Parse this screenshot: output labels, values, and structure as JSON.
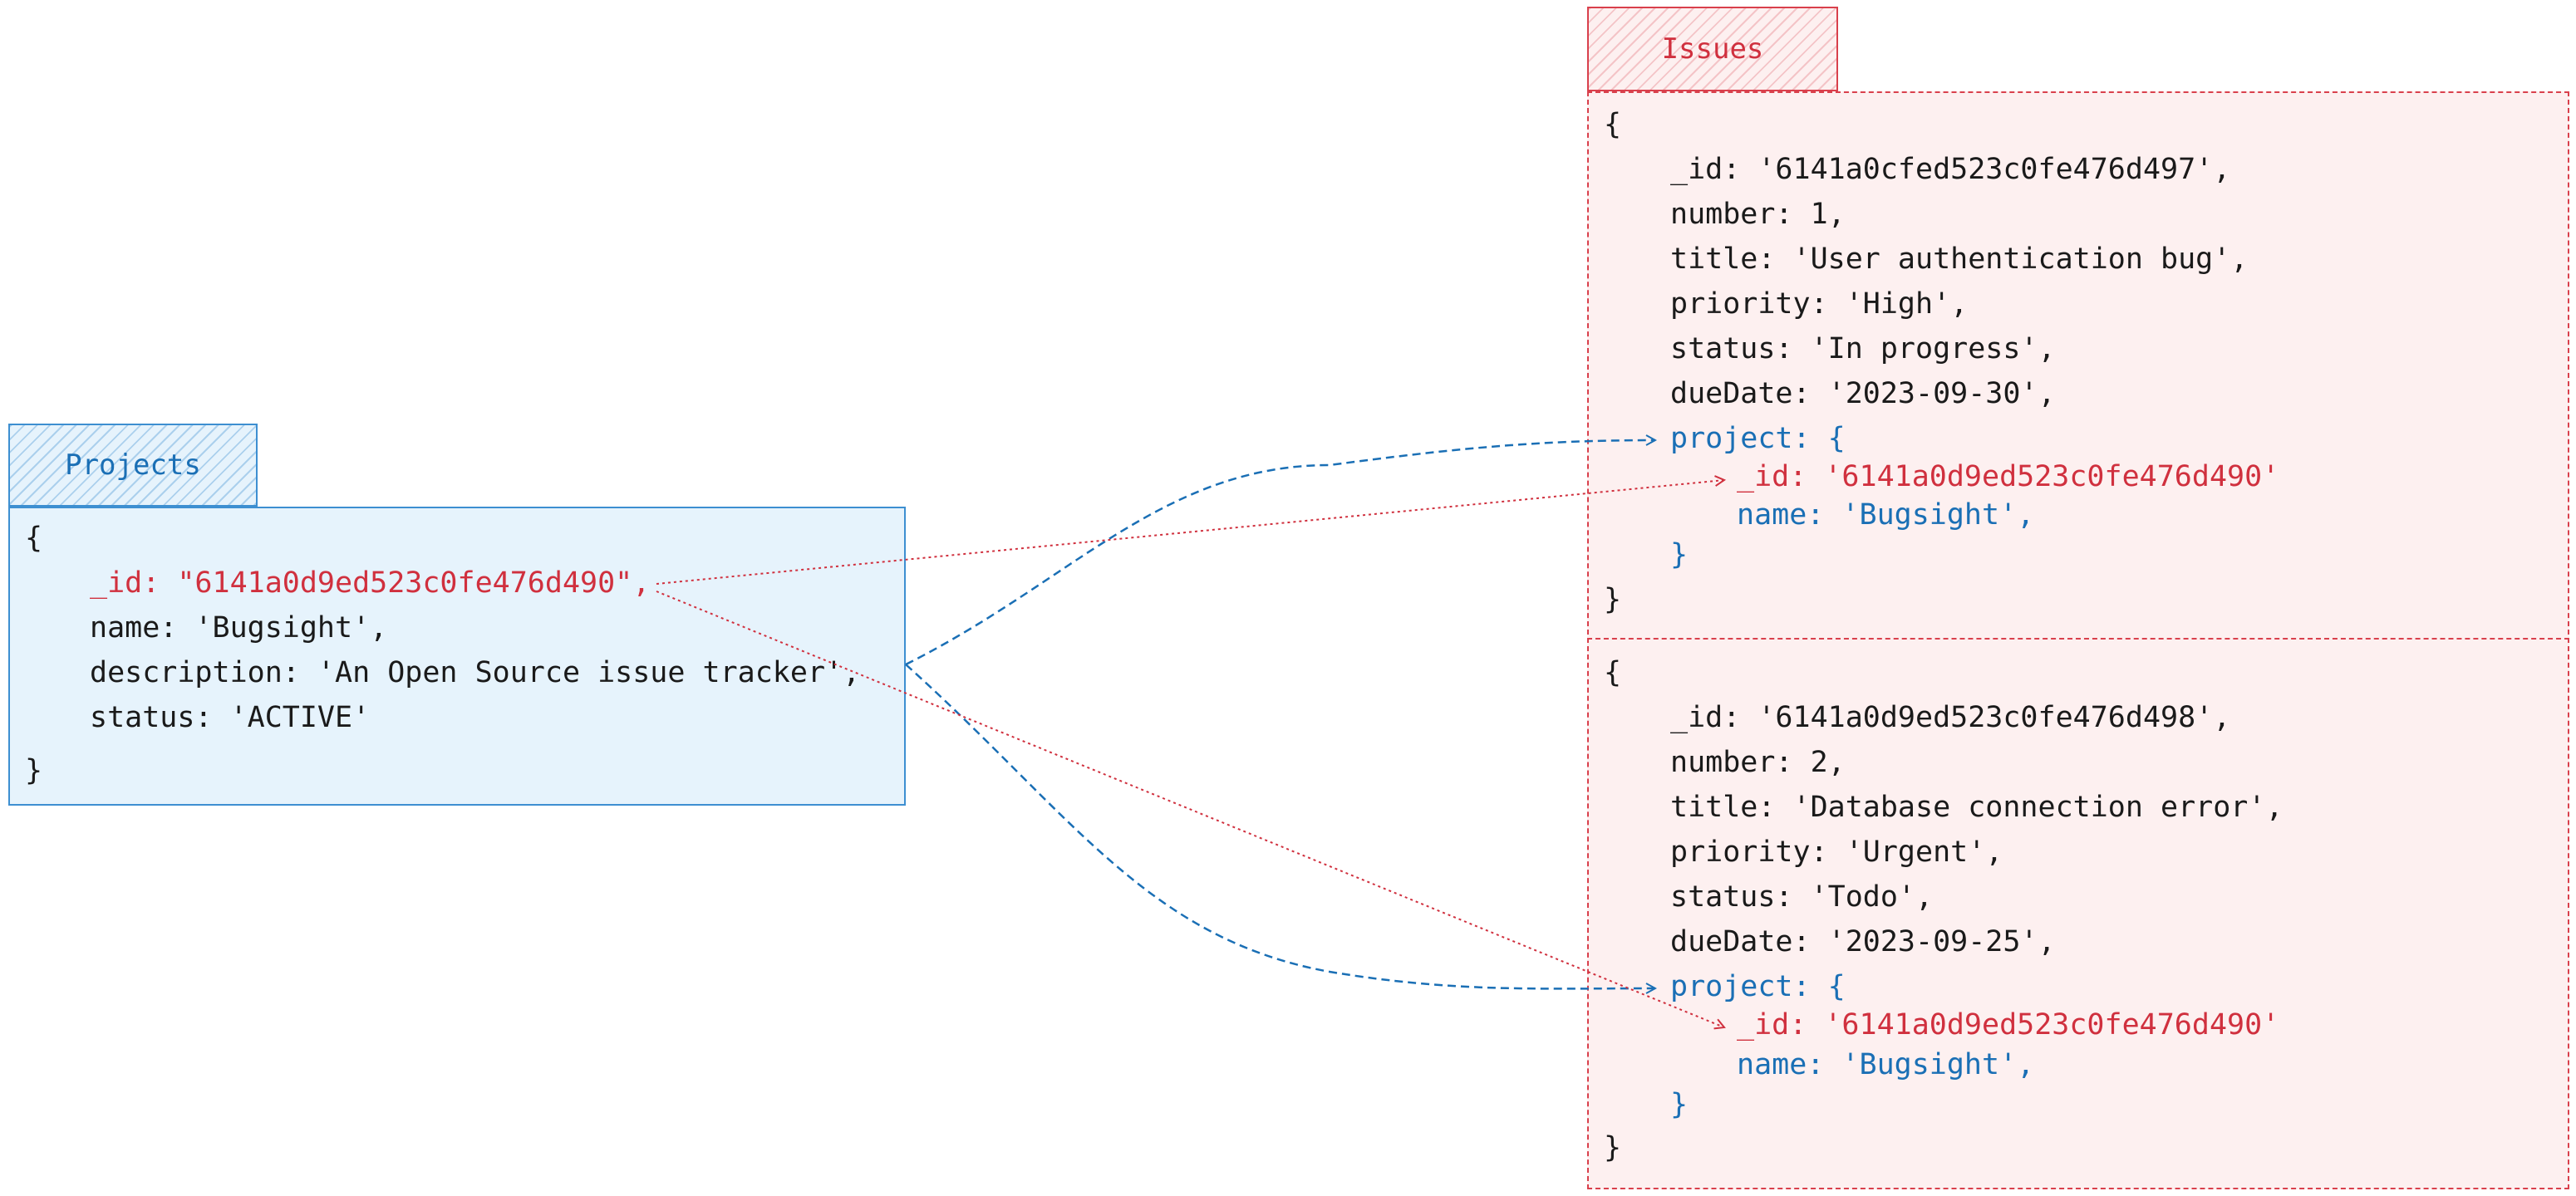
{
  "projects": {
    "tab_label": "Projects",
    "open_brace": "{",
    "id_line": "_id: \"6141a0d9ed523c0fe476d490\",",
    "name_line": "name: 'Bugsight',",
    "description_line": "description: 'An Open Source issue tracker',",
    "status_line": "status: 'ACTIVE'",
    "close_brace": "}"
  },
  "issues": {
    "tab_label": "Issues",
    "items": [
      {
        "open_brace": "{",
        "id_line": "_id: '6141a0cfed523c0fe476d497',",
        "number_line": "number: 1,",
        "title_line": "title: 'User authentication bug',",
        "priority_line": "priority: 'High',",
        "status_line": "status: 'In progress',",
        "due_line": "dueDate: '2023-09-30',",
        "project_open": "project: {",
        "project_id_line": "_id: '6141a0d9ed523c0fe476d490'",
        "project_name_line": "name: 'Bugsight',",
        "project_close": "}",
        "close_brace": "}"
      },
      {
        "open_brace": "{",
        "id_line": "_id: '6141a0d9ed523c0fe476d498',",
        "number_line": "number: 2,",
        "title_line": "title: 'Database connection error',",
        "priority_line": "priority: 'Urgent',",
        "status_line": "status: 'Todo',",
        "due_line": "dueDate: '2023-09-25',",
        "project_open": "project: {",
        "project_id_line": "_id: '6141a0d9ed523c0fe476d490'",
        "project_name_line": "name: 'Bugsight',",
        "project_close": "}",
        "close_brace": "}"
      }
    ]
  },
  "colors": {
    "projects_accent": "#1a6fb5",
    "projects_fill": "#e6f3fc",
    "issues_accent": "#d0303e",
    "issues_fill": "#fdf0f0",
    "text": "#1a1a1a"
  }
}
